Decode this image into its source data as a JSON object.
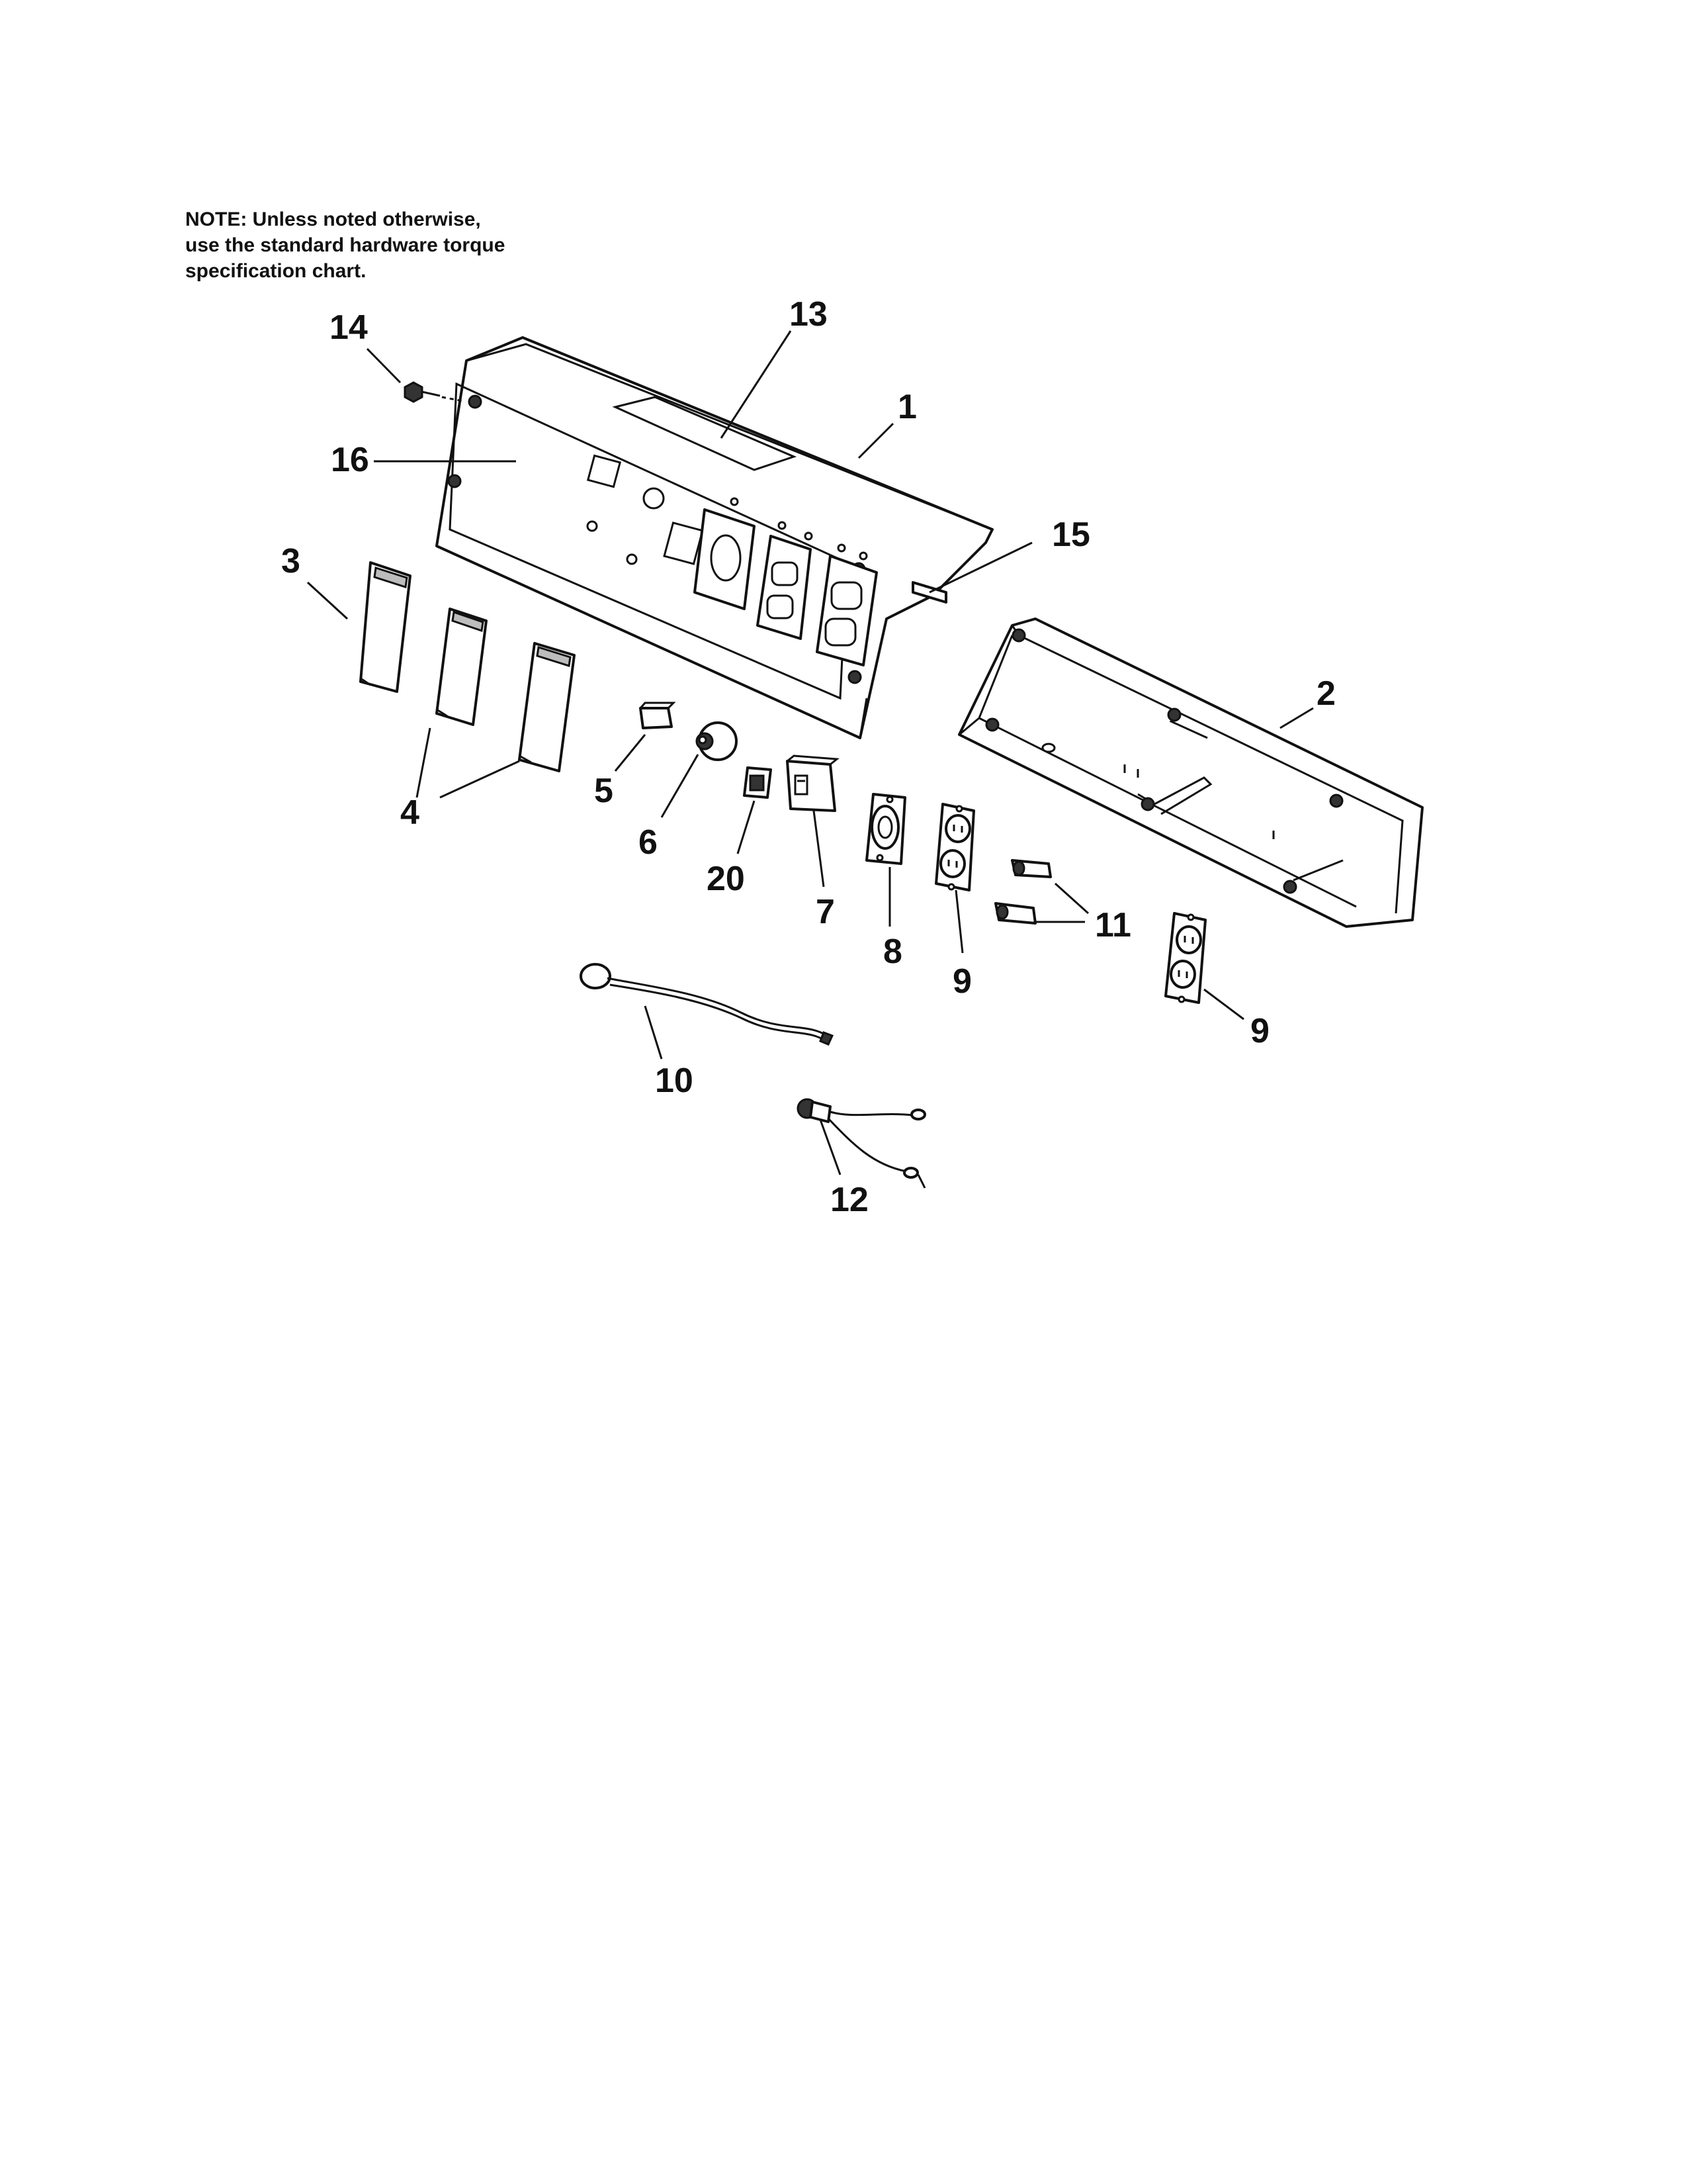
{
  "note": {
    "lines": [
      "NOTE: Unless noted otherwise,",
      "use the standard hardware torque",
      "specification chart."
    ]
  },
  "callouts": {
    "c1": "1",
    "c2": "2",
    "c3": "3",
    "c4": "4",
    "c5": "5",
    "c6": "6",
    "c7": "7",
    "c8": "8",
    "c9a": "9",
    "c9b": "9",
    "c10": "10",
    "c11": "11",
    "c12": "12",
    "c13": "13",
    "c14": "14",
    "c15": "15",
    "c16": "16",
    "c20": "20"
  }
}
